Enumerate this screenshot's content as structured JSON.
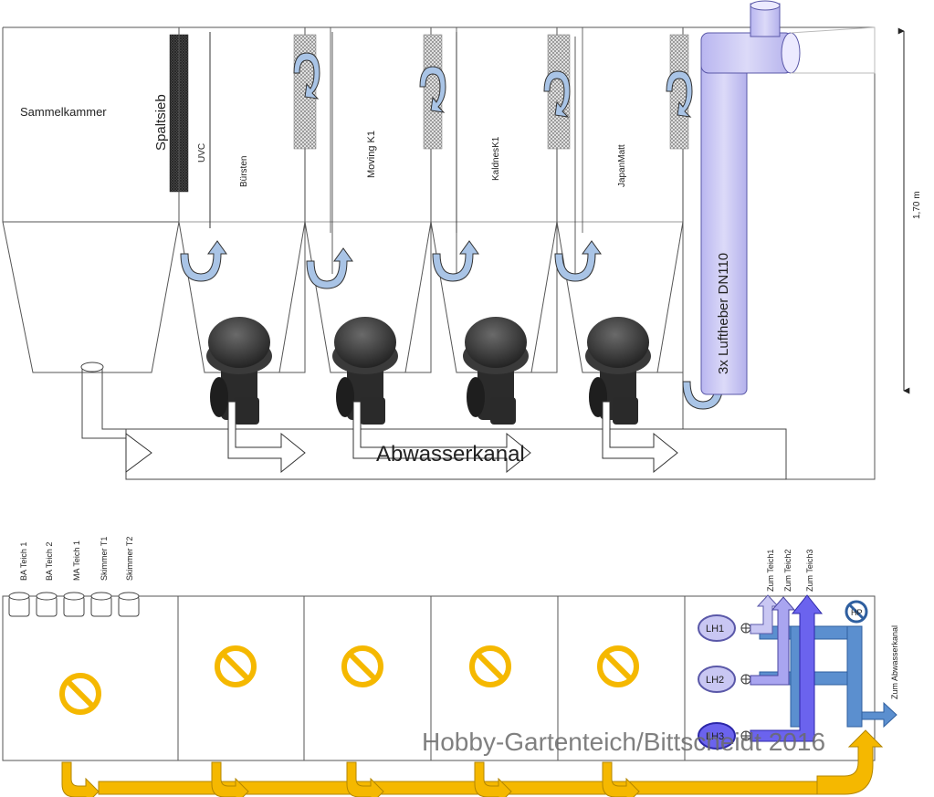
{
  "side_view": {
    "chambers": [
      {
        "label": "Sammelkammer"
      },
      {
        "label": "Bürsten"
      },
      {
        "label": "Moving K1"
      },
      {
        "label": "KaldnesK1"
      },
      {
        "label": "JapanMatt"
      }
    ],
    "spaltsieb_label": "Spaltsieb",
    "uvc_label": "UVC",
    "luftheber_label": "3x Luftheber DN110",
    "channel_label": "Abwasserkanal",
    "height_label": "1,70 m"
  },
  "top_view": {
    "inlets": [
      "BA Teich 1",
      "BA Teich 2",
      "MA Teich 1",
      "Skimmer T1",
      "Skimmer T2"
    ],
    "airlifts": [
      "LH1",
      "LH2",
      "LH3"
    ],
    "outlets": [
      "Zum Teich1",
      "Zum Teich2",
      "Zum Teich3"
    ],
    "pump_label": "HP",
    "drain_label": "Zum Abwasserkanal"
  },
  "watermark": "Hobby-Gartenteich/Bittscheidt 2016",
  "colors": {
    "airlift": "#c9c7f3",
    "airlift_stroke": "#5a58a8",
    "flow_yellow": "#f5b800",
    "flow_yellow_stroke": "#b38600",
    "pipe_blue": "#5b8fcf",
    "arrow_light": "#a9c4e6",
    "arrow_violet": "#6b63ee",
    "warning_sign": "#f5b800",
    "vortex_housing": "#3a3a3a"
  }
}
